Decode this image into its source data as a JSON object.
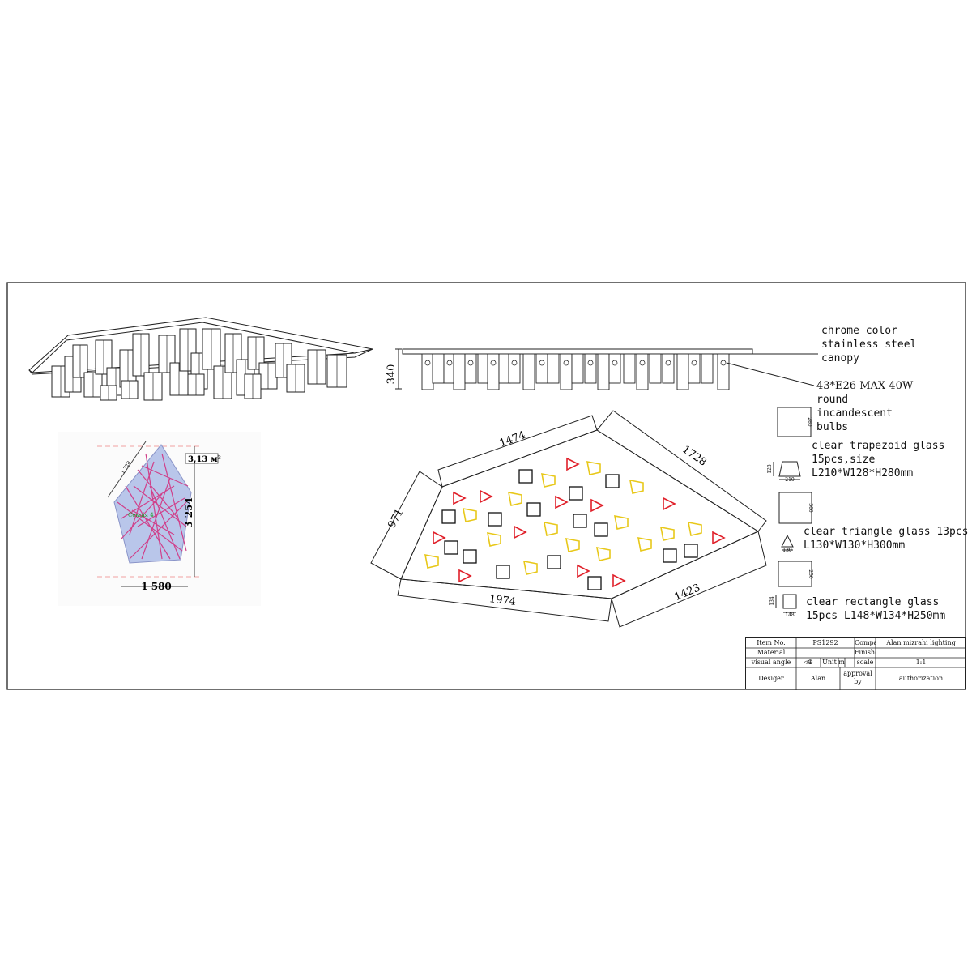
{
  "labels": {
    "canopy_lines": [
      "chrome color",
      "stainless steel",
      "canopy"
    ],
    "bulb_lines": [
      "43*E26  MAX 40W",
      "round",
      "incandescent",
      "bulbs"
    ],
    "trapezoid_lines": [
      "clear trapezoid glass",
      "15pcs,size",
      "L210*W128*H280mm"
    ],
    "triangle_lines": [
      "clear triangle glass 13pcs",
      "L130*W130*H300mm"
    ],
    "rectangle_lines": [
      "clear rectangle glass",
      "15pcs L148*W134*H250mm"
    ]
  },
  "dimensions": {
    "side_height": "340",
    "top": "1474",
    "right_top": "1728",
    "left": "971",
    "bottom": "1974",
    "right_bottom": "1423"
  },
  "small_dims": {
    "trap_h": "280",
    "trap_w": "210",
    "trap_d": "128",
    "tri_h": "300",
    "tri_w": "130",
    "rect_h": "250",
    "rect_w": "148",
    "rect_d": "134"
  },
  "inset": {
    "area": "3,13 м²",
    "height": "3 254",
    "width": "1 580",
    "edge": "1 728",
    "label": "Секція 4"
  },
  "title_block": {
    "item_no_label": "Item No.",
    "item_no": "PS1292",
    "company_label": "Company",
    "company": "Alan mizrahi lighting",
    "material_label": "Material",
    "finished_label": "Finished",
    "visual_angle_label": "visual angle",
    "unit_label": "Unit",
    "unit": "m",
    "scale_label": "scale",
    "scale": "1:1",
    "designer_label": "Desiger",
    "designer": "Alan",
    "approval_label": "approval by",
    "authorization_label": "authorization"
  },
  "colors": {
    "triangle": "#e0202a",
    "trapezoid": "#e8c81a",
    "rectangle": "#111111",
    "inset_fill": "#b9c6ea",
    "inset_lines": "#d0408a"
  },
  "icons": [
    "projection-symbol-icon"
  ]
}
